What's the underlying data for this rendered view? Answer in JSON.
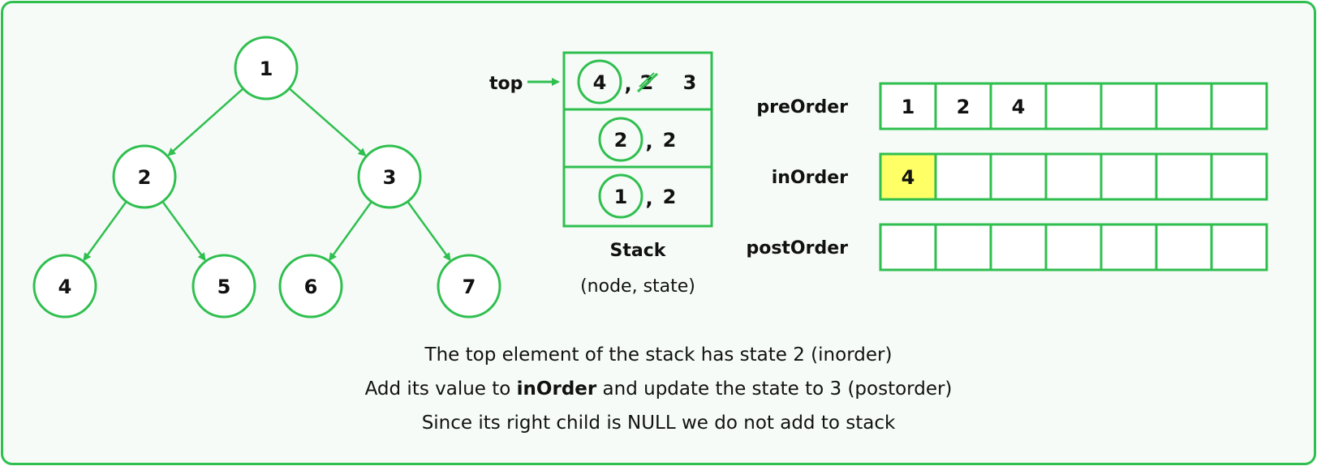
{
  "tree": {
    "nodes": [
      {
        "id": "n1",
        "label": "1"
      },
      {
        "id": "n2",
        "label": "2"
      },
      {
        "id": "n3",
        "label": "3"
      },
      {
        "id": "n4",
        "label": "4"
      },
      {
        "id": "n5",
        "label": "5"
      },
      {
        "id": "n6",
        "label": "6"
      },
      {
        "id": "n7",
        "label": "7"
      }
    ],
    "edges": [
      [
        "n1",
        "n2"
      ],
      [
        "n1",
        "n3"
      ],
      [
        "n2",
        "n4"
      ],
      [
        "n2",
        "n5"
      ],
      [
        "n3",
        "n6"
      ],
      [
        "n3",
        "n7"
      ]
    ]
  },
  "stack": {
    "top_label": "top",
    "entries": [
      {
        "node": "4",
        "state_old": "2",
        "state_new": "3",
        "sep": ","
      },
      {
        "node": "2",
        "state": "2",
        "sep": ","
      },
      {
        "node": "1",
        "state": "2",
        "sep": ","
      }
    ],
    "title": "Stack",
    "subtitle": "(node, state)"
  },
  "arrays": [
    {
      "label": "preOrder",
      "cells": [
        "1",
        "2",
        "4",
        "",
        "",
        "",
        ""
      ]
    },
    {
      "label": "inOrder",
      "cells": [
        "4",
        "",
        "",
        "",
        "",
        "",
        ""
      ],
      "highlight_index": 0
    },
    {
      "label": "postOrder",
      "cells": [
        "",
        "",
        "",
        "",
        "",
        "",
        ""
      ]
    }
  ],
  "colors": {
    "accent": "#2fbf4f",
    "highlight": "#ffff66"
  },
  "caption": {
    "line1": "The top element of the stack has state 2 (inorder)",
    "line2_pre": "Add its value to ",
    "line2_bold": "inOrder",
    "line2_post": " and update the state to 3 (postorder)",
    "line3": "Since its right child is NULL we do not add to stack"
  }
}
